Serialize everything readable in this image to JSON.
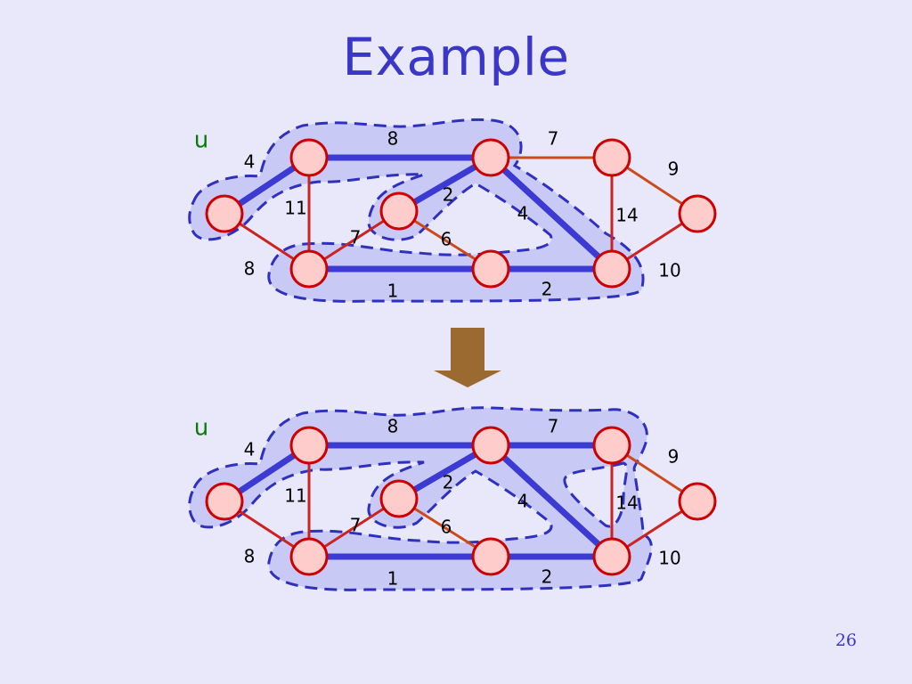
{
  "title": "Example",
  "page_number": "26",
  "colors": {
    "background": "#e8e8fa",
    "title": "#3a36c8",
    "node_fill": "#ffcccc",
    "node_stroke": "#cc0000",
    "tree_edge": "#3b3bd4",
    "plain_edge": "#cc2222",
    "light_edge": "#cc4a1a",
    "region_fill": "#c9c9f6",
    "region_stroke": "#3030c0",
    "arrow": "#9a6a30"
  },
  "diagrams": [
    {
      "start_label": "u",
      "edges": [
        {
          "id": "e-a-b",
          "weight": "4",
          "style": "tree"
        },
        {
          "id": "e-a-f",
          "weight": "8",
          "style": "plain"
        },
        {
          "id": "e-b-c",
          "weight": "8",
          "style": "tree"
        },
        {
          "id": "e-b-f",
          "weight": "11",
          "style": "plain"
        },
        {
          "id": "e-c-d",
          "weight": "7",
          "style": "light"
        },
        {
          "id": "e-c-g",
          "weight": "2",
          "style": "tree"
        },
        {
          "id": "e-c-i",
          "weight": "4",
          "style": "tree"
        },
        {
          "id": "e-d-e",
          "weight": "9",
          "style": "light"
        },
        {
          "id": "e-d-i",
          "weight": "14",
          "style": "plain"
        },
        {
          "id": "e-e-i",
          "weight": "10",
          "style": "plain"
        },
        {
          "id": "e-f-g",
          "weight": "7",
          "style": "plain"
        },
        {
          "id": "e-f-h",
          "weight": "1",
          "style": "tree"
        },
        {
          "id": "e-g-h",
          "weight": "6",
          "style": "light"
        },
        {
          "id": "e-h-i",
          "weight": "2",
          "style": "tree"
        }
      ]
    },
    {
      "start_label": "u",
      "edges": [
        {
          "id": "e-a-b",
          "weight": "4",
          "style": "tree"
        },
        {
          "id": "e-a-f",
          "weight": "8",
          "style": "plain"
        },
        {
          "id": "e-b-c",
          "weight": "8",
          "style": "tree"
        },
        {
          "id": "e-b-f",
          "weight": "11",
          "style": "plain"
        },
        {
          "id": "e-c-d",
          "weight": "7",
          "style": "tree"
        },
        {
          "id": "e-c-g",
          "weight": "2",
          "style": "tree"
        },
        {
          "id": "e-c-i",
          "weight": "4",
          "style": "tree"
        },
        {
          "id": "e-d-e",
          "weight": "9",
          "style": "light"
        },
        {
          "id": "e-d-i",
          "weight": "14",
          "style": "plain"
        },
        {
          "id": "e-e-i",
          "weight": "10",
          "style": "plain"
        },
        {
          "id": "e-f-g",
          "weight": "7",
          "style": "plain"
        },
        {
          "id": "e-f-h",
          "weight": "1",
          "style": "tree"
        },
        {
          "id": "e-g-h",
          "weight": "6",
          "style": "light"
        },
        {
          "id": "e-h-i",
          "weight": "2",
          "style": "tree"
        }
      ]
    }
  ]
}
